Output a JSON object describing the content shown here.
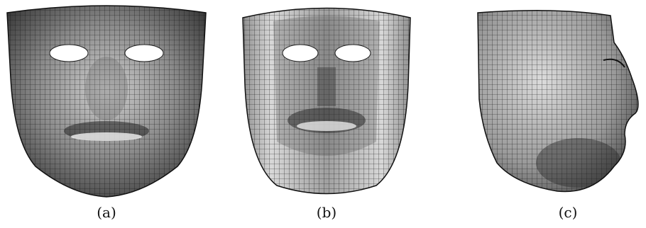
{
  "figure": {
    "panels": [
      {
        "caption": "(a)",
        "content": "front-view-face-mesh"
      },
      {
        "caption": "(b)",
        "content": "rear-view-face-mesh"
      },
      {
        "caption": "(c)",
        "content": "side-view-face-mesh"
      }
    ],
    "colors": {
      "mesh_fill_dark": "#3a3a3a",
      "mesh_fill_mid": "#8a8a8a",
      "mesh_fill_light": "#d8d8d8",
      "grid_line": "#111111",
      "background": "#ffffff"
    }
  }
}
